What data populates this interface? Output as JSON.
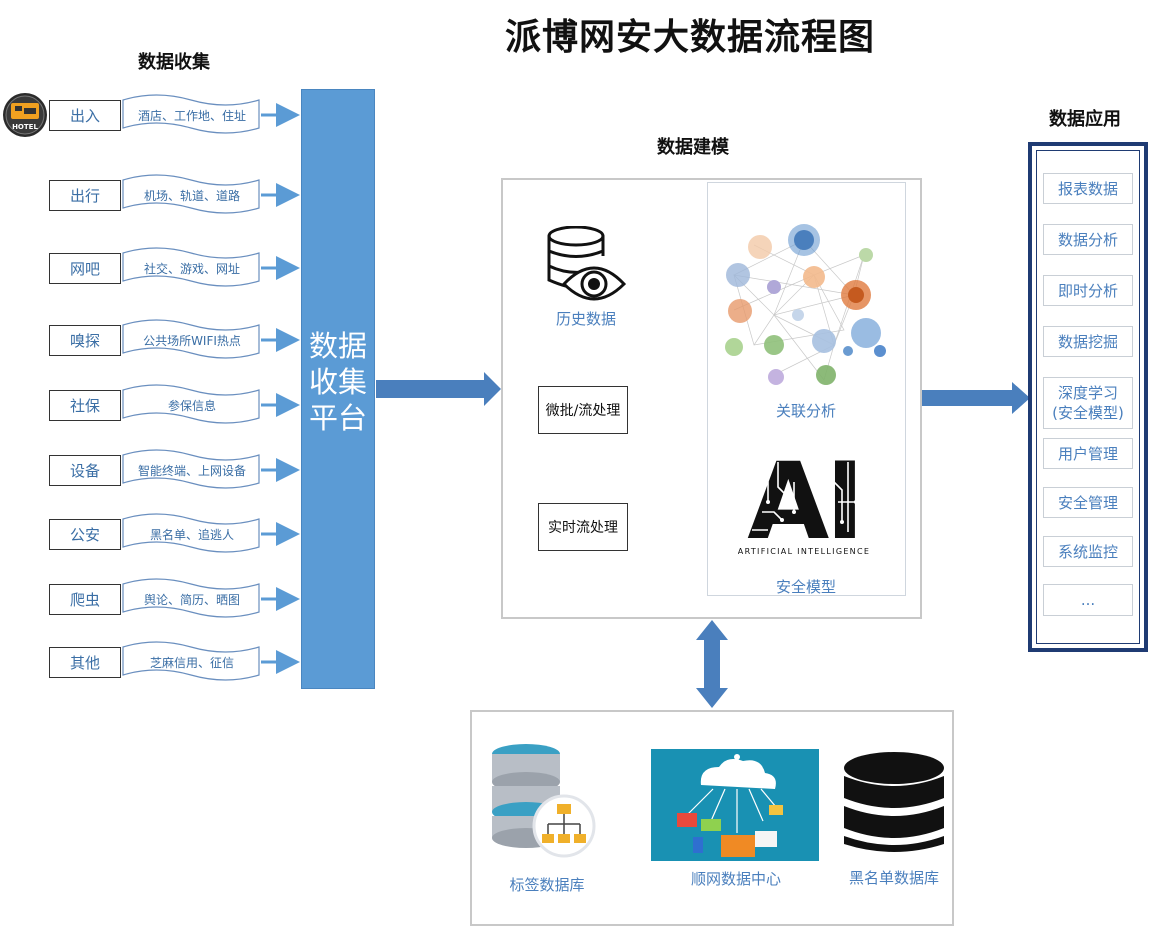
{
  "title": "派博网安大数据流程图",
  "collection": {
    "heading": "数据收集",
    "hotel_logo_text": "HOTEL",
    "sources": [
      {
        "name": "出入",
        "detail": "酒店、工作地、住址"
      },
      {
        "name": "出行",
        "detail": "机场、轨道、道路"
      },
      {
        "name": "网吧",
        "detail": "社交、游戏、网址"
      },
      {
        "name": "嗅探",
        "detail": "公共场所WIFI热点"
      },
      {
        "name": "社保",
        "detail": "参保信息"
      },
      {
        "name": "设备",
        "detail": "智能终端、上网设备"
      },
      {
        "name": "公安",
        "detail": "黑名单、追逃人"
      },
      {
        "name": "爬虫",
        "detail": "舆论、简历、晒图"
      },
      {
        "name": "其他",
        "detail": "芝麻信用、征信"
      }
    ],
    "platform_lines": [
      "数据",
      "收集",
      "平台"
    ]
  },
  "modeling": {
    "heading": "数据建模",
    "history_label": "历史数据",
    "batch_label": "微批/流处理",
    "realtime_label": "实时流处理",
    "association_label": "关联分析",
    "ai_letters": "AI",
    "ai_caption": "ARTIFICIAL INTELLIGENCE",
    "security_model_label": "安全模型"
  },
  "application": {
    "heading": "数据应用",
    "items": [
      "报表数据",
      "数据分析",
      "即时分析",
      "数据挖掘",
      "深度学习\n(安全模型)",
      "用户管理",
      "安全管理",
      "系统监控",
      "..."
    ]
  },
  "storage": {
    "tag_db": "标签数据库",
    "data_center": "顺网数据中心",
    "blacklist_db": "黑名单数据库"
  },
  "colors": {
    "platform": "#5b9bd5",
    "arrow": "#5b9bd5",
    "label_text": "#4a7fbd",
    "app_frame": "#1f3b73"
  }
}
